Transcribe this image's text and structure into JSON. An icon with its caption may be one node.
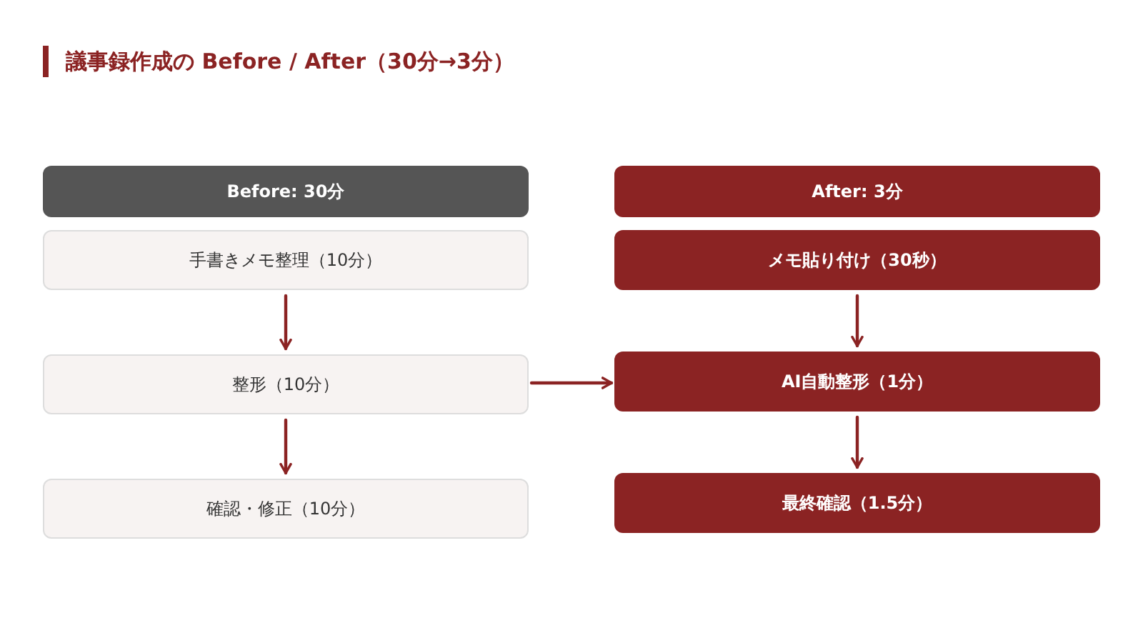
{
  "diagram": {
    "title": "議事録作成の Before / After（30分→3分）",
    "nodes": [
      {
        "text": [
          "Before: 30分"
        ]
      },
      {
        "text": [
          "手書きメモ整理（10分）"
        ]
      },
      {
        "text": [
          "整形（10分）"
        ]
      },
      {
        "text": [
          "確認・修正（10分）"
        ]
      },
      {
        "text": [
          "After: 3分"
        ]
      },
      {
        "text": [
          "メモ貼り付け（30秒）"
        ]
      },
      {
        "text": [
          "AI自動整形（1分）"
        ]
      },
      {
        "text": [
          "最終確認（1.5分）"
        ]
      }
    ],
    "edges": [
      {
        "from": 1,
        "to": 2,
        "arrow": "to"
      },
      {
        "from": 2,
        "to": 3,
        "arrow": "to"
      },
      {
        "from": 5,
        "to": 6,
        "arrow": "to"
      },
      {
        "from": 6,
        "to": 7,
        "arrow": "to"
      },
      {
        "from": 2,
        "to": 6,
        "arrow": "to"
      }
    ]
  }
}
